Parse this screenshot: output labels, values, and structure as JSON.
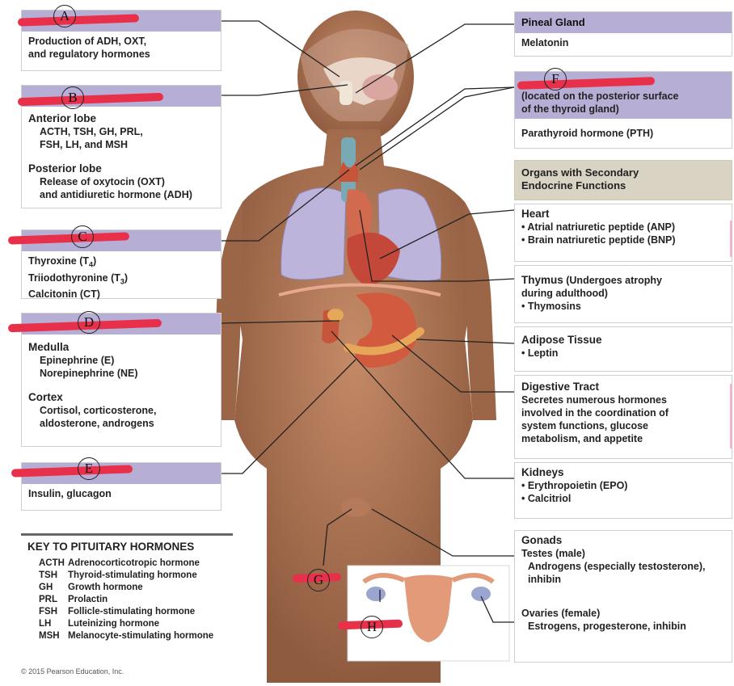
{
  "left_boxes": {
    "hypothalamus": {
      "lines": [
        "Production of ADH, OXT,",
        "and regulatory hormones"
      ]
    },
    "pituitary": {
      "anterior_title": "Anterior lobe",
      "anterior_lines": [
        "ACTH, TSH, GH, PRL,",
        "FSH, LH, and MSH"
      ],
      "posterior_title": "Posterior lobe",
      "posterior_lines": [
        "Release of oxytocin (OXT)",
        "and antidiuretic hormone (ADH)"
      ]
    },
    "thyroid": {
      "lines": [
        "Thyroxine (T",
        "4",
        ")",
        "Triiodothyronine (T",
        "3",
        ")",
        "Calcitonin (CT)"
      ]
    },
    "adrenal": {
      "medulla_title": "Medulla",
      "medulla_lines": [
        "Epinephrine (E)",
        "Norepinephrine (NE)"
      ],
      "cortex_title": "Cortex",
      "cortex_lines": [
        "Cortisol, corticosterone,",
        "aldosterone, androgens"
      ]
    },
    "pancreas": {
      "lines": [
        "Insulin, glucagon"
      ]
    }
  },
  "right_boxes": {
    "pineal": {
      "title": "Pineal Gland",
      "body": "Melatonin"
    },
    "parathyroid": {
      "lines": [
        "(located on the posterior surface",
        "of the thyroid gland)"
      ],
      "body": "Parathyroid hormone (PTH)"
    },
    "secondary_header": [
      "Organs with Secondary",
      "Endocrine Functions"
    ],
    "heart": {
      "title": "Heart",
      "lines": [
        "• Atrial natriuretic peptide (ANP)",
        "• Brain natriuretic peptide (BNP)"
      ]
    },
    "thymus": {
      "title": "Thymus",
      "title_note": " (Undergoes atrophy",
      "lines": [
        "during adulthood)",
        "• Thymosins"
      ]
    },
    "adipose": {
      "title": "Adipose Tissue",
      "lines": [
        "• Leptin"
      ]
    },
    "digestive": {
      "title": "Digestive Tract",
      "lines": [
        "Secretes numerous hormones",
        "involved in the coordination of",
        "system functions, glucose",
        "metabolism, and appetite"
      ]
    },
    "kidneys": {
      "title": "Kidneys",
      "lines": [
        "• Erythropoietin (EPO)",
        "• Calcitriol"
      ]
    },
    "gonads": {
      "title": "Gonads",
      "testes_title": "Testes (male)",
      "testes_lines": [
        "Androgens (especially testosterone),",
        "inhibin"
      ],
      "ovaries_title": "Ovaries (female)",
      "ovaries_lines": [
        "Estrogens, progesterone, inhibin"
      ]
    }
  },
  "handwritten_labels": [
    "A",
    "B",
    "C",
    "D",
    "E",
    "F",
    "G",
    "H"
  ],
  "key": {
    "title": "KEY TO PITUITARY HORMONES",
    "rows": [
      {
        "abbr": "ACTH",
        "name": "Adrenocorticotropic hormone"
      },
      {
        "abbr": "TSH",
        "name": "Thyroid-stimulating hormone"
      },
      {
        "abbr": "GH",
        "name": "Growth hormone"
      },
      {
        "abbr": "PRL",
        "name": "Prolactin"
      },
      {
        "abbr": "FSH",
        "name": "Follicle-stimulating hormone"
      },
      {
        "abbr": "LH",
        "name": "Luteinizing hormone"
      },
      {
        "abbr": "MSH",
        "name": "Melanocyte-stimulating hormone"
      }
    ]
  },
  "copyright": "© 2015 Pearson Education, Inc.",
  "colors": {
    "header_purple": "#b7aed6",
    "redaction_red": "#e8304a",
    "section_tan": "#d8d3c3",
    "skin": "#b07a5a"
  }
}
